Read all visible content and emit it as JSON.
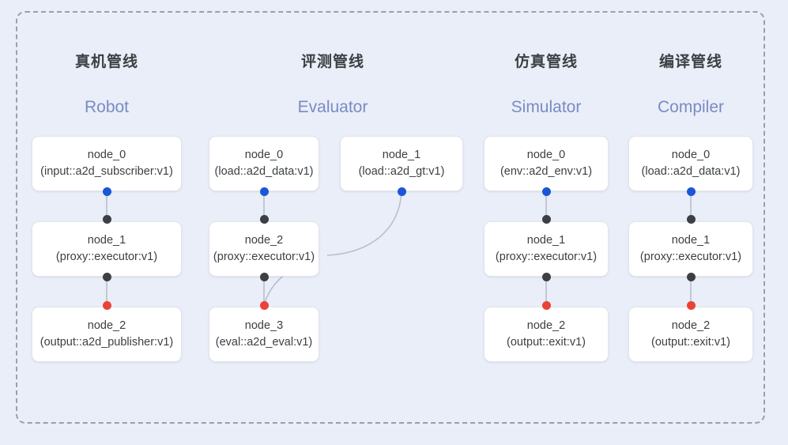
{
  "diagram": {
    "background_color": "#e9eef8",
    "frame_border_color": "#9aa0a6",
    "edge_color": "#b9bfcc",
    "port_colors": {
      "input": "#1a56d6",
      "middle": "#3c4043",
      "output": "#ea4335"
    }
  },
  "columns": [
    {
      "id": "robot",
      "title_cn": "真机管线",
      "title_en": "Robot",
      "nodes": [
        {
          "name": "node_0",
          "type": "(input::a2d_subscriber:v1)"
        },
        {
          "name": "node_1",
          "type": "(proxy::executor:v1)"
        },
        {
          "name": "node_2",
          "type": "(output::a2d_publisher:v1)"
        }
      ]
    },
    {
      "id": "evaluator",
      "title_cn": "评测管线",
      "title_en": "Evaluator",
      "nodes": [
        {
          "name": "node_0",
          "type": "(load::a2d_data:v1)"
        },
        {
          "name": "node_2",
          "type": "(proxy::executor:v1)"
        },
        {
          "name": "node_3",
          "type": "(eval::a2d_eval:v1)"
        },
        {
          "name": "node_1",
          "type": "(load::a2d_gt:v1)"
        }
      ]
    },
    {
      "id": "simulator",
      "title_cn": "仿真管线",
      "title_en": "Simulator",
      "nodes": [
        {
          "name": "node_0",
          "type": "(env::a2d_env:v1)"
        },
        {
          "name": "node_1",
          "type": "(proxy::executor:v1)"
        },
        {
          "name": "node_2",
          "type": "(output::exit:v1)"
        }
      ]
    },
    {
      "id": "compiler",
      "title_cn": "编译管线",
      "title_en": "Compiler",
      "nodes": [
        {
          "name": "node_0",
          "type": "(load::a2d_data:v1)"
        },
        {
          "name": "node_1",
          "type": "(proxy::executor:v1)"
        },
        {
          "name": "node_2",
          "type": "(output::exit:v1)"
        }
      ]
    }
  ]
}
